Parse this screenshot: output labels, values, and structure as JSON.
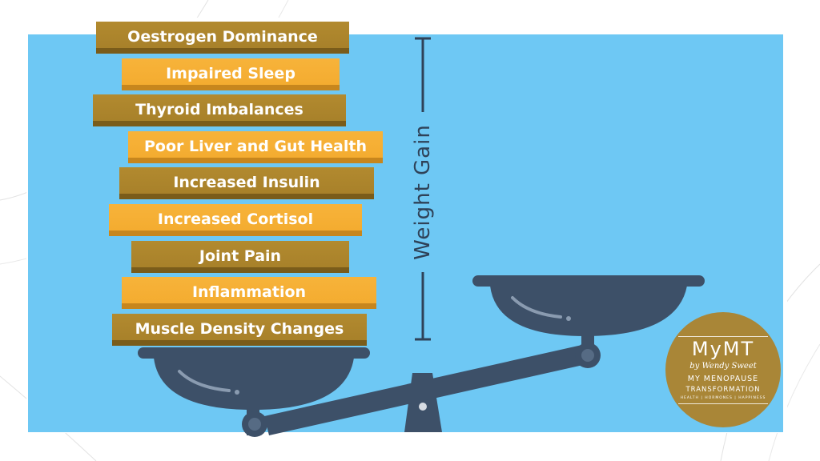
{
  "diagram": {
    "factors": [
      {
        "label": "Oestrogen Dominance",
        "tone": "dark"
      },
      {
        "label": "Impaired Sleep",
        "tone": "light"
      },
      {
        "label": "Thyroid Imbalances",
        "tone": "dark"
      },
      {
        "label": "Poor Liver and Gut Health",
        "tone": "light"
      },
      {
        "label": "Increased Insulin",
        "tone": "dark"
      },
      {
        "label": "Increased Cortisol",
        "tone": "light"
      },
      {
        "label": "Joint Pain",
        "tone": "dark"
      },
      {
        "label": "Inflammation",
        "tone": "light"
      },
      {
        "label": "Muscle Density Changes",
        "tone": "dark"
      }
    ],
    "gain_label": "Weight Gain"
  },
  "logo": {
    "brand": "MyMT",
    "signature": "by Wendy Sweet",
    "line1": "MY MENOPAUSE",
    "line2": "TRANSFORMATION",
    "tagline": "HEALTH | HORMONES | HAPPINESS"
  },
  "colors": {
    "sky": "#6ec8f4",
    "book_dark": "#a8812a",
    "book_light": "#f4ac30",
    "scale": "#3d5068",
    "logo": "#a98637"
  }
}
